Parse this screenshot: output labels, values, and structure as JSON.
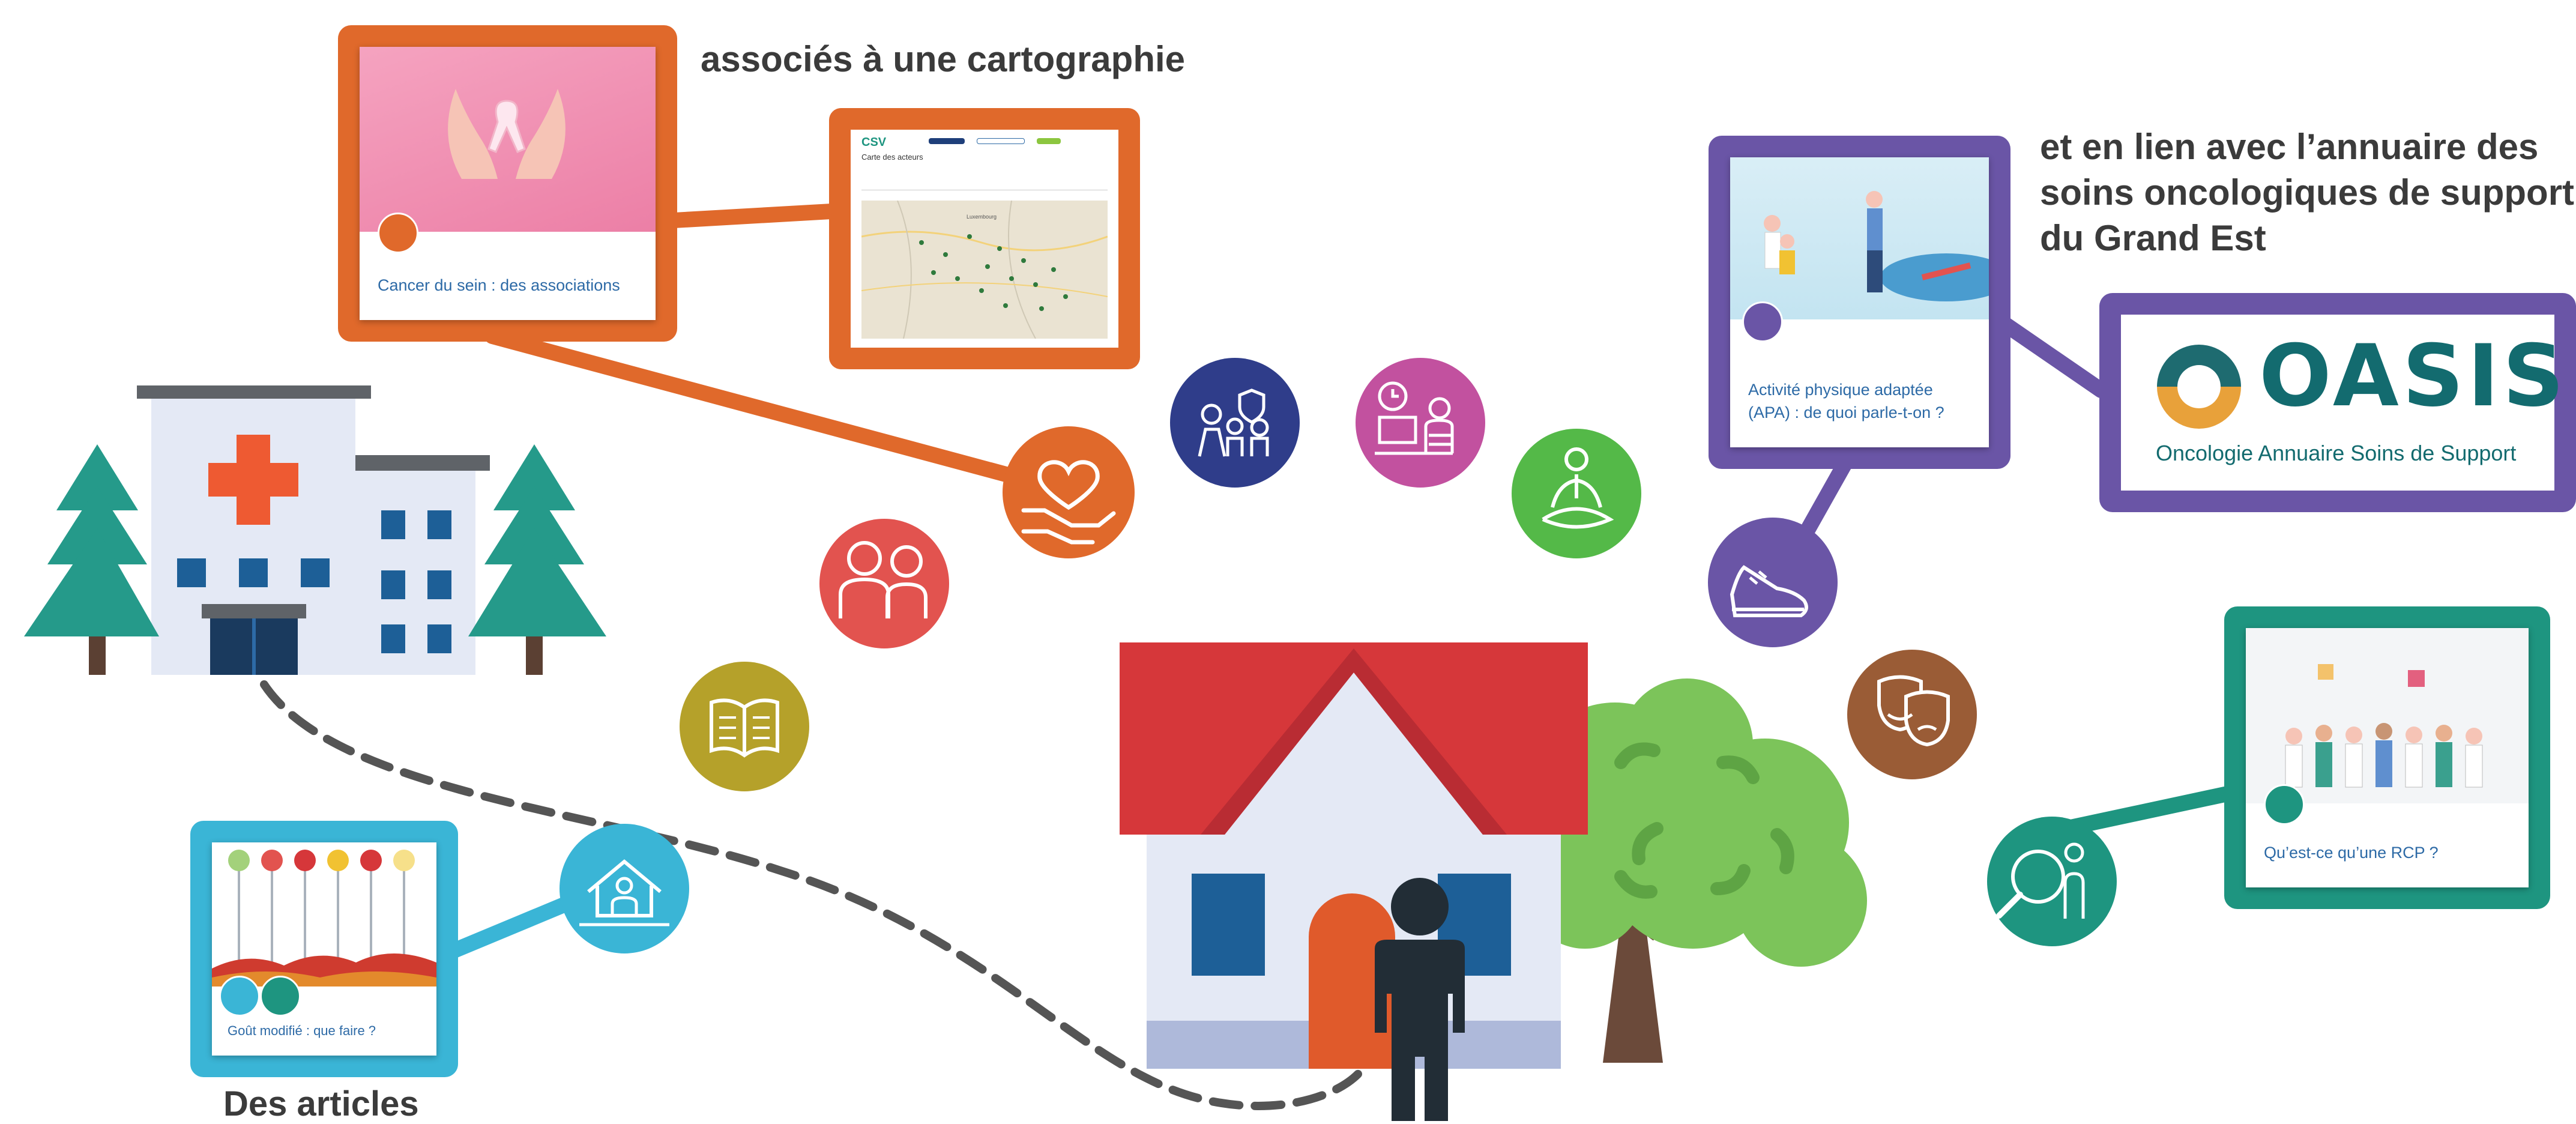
{
  "captions": {
    "associations": "associés à une cartographie",
    "oasis_link": [
      "et en lien avec l’annuaire des",
      "soins oncologiques de support",
      "du Grand Est"
    ],
    "articles": "Des articles"
  },
  "cards": {
    "breast_cancer": {
      "title": "Cancer du sein : des associations"
    },
    "apa": {
      "title_lines": [
        "Activité physique adaptée",
        "(APA) : de quoi parle-t-on ?"
      ]
    },
    "taste": {
      "title": "Goût modifié : que faire ?"
    },
    "rcp": {
      "title": "Qu’est-ce qu’une RCP ?"
    }
  },
  "map_screenshot": {
    "logo": "CSV",
    "heading": "Carte des acteurs",
    "map_label": "Luxembourg"
  },
  "oasis": {
    "name": "OASIS",
    "subtitle": "Oncologie Annuaire Soins de Support"
  },
  "colors": {
    "orange": "#e0692b",
    "purple": "#6a55a6",
    "teal": "#1e9580",
    "cyan": "#3ab5d6",
    "red": "#e2534f",
    "olive": "#b5a12a",
    "navy": "#2f3d8a",
    "magenta": "#c2519f",
    "green": "#54b948",
    "brown": "#9a5c36",
    "house_red": "#d6373a",
    "hospital_red": "#ee5a32",
    "tree_teal": "#259a8a",
    "tree_green": "#7cc45a"
  },
  "icons": [
    "hand-heart-icon",
    "elderly-couple-icon",
    "book-icon",
    "family-shield-icon",
    "desk-clock-icon",
    "meditation-icon",
    "sneaker-icon",
    "theater-masks-icon",
    "research-icon",
    "home-care-icon",
    "ribbon-badge-icon",
    "running-badge-icon",
    "kitchen-badge-icon",
    "doctor-badge-icon"
  ]
}
